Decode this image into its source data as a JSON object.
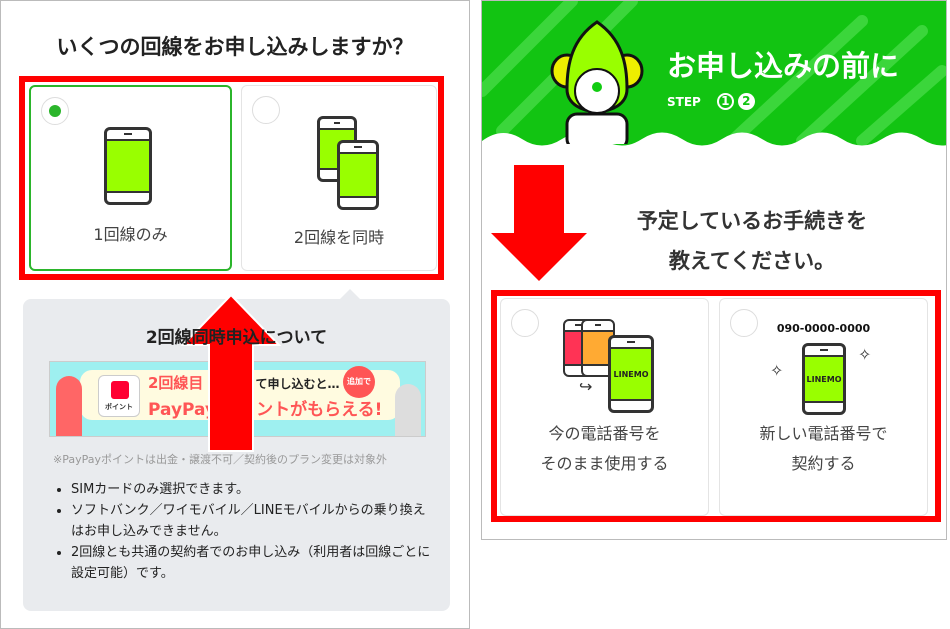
{
  "left": {
    "title": "いくつの回線をお申し込みしますか？",
    "options": [
      {
        "label": "1回線のみ",
        "selected": true
      },
      {
        "label": "2回線を同時",
        "selected": false
      }
    ],
    "info": {
      "title": "2回線同時申込について",
      "banner": {
        "logo": "ポイント",
        "line1": "2回線目",
        "line1b": "て申し込むと…",
        "badge": "追加で",
        "line2": "PayPay",
        "line2b": "ントがもらえる!"
      },
      "note": "※PayPayポイントは出金・譲渡不可／契約後のプラン変更は対象外",
      "bullets": [
        "SIMカードのみ選択できます。",
        "ソフトバンク／ワイモバイル／LINEモバイルからの乗り換えはお申し込みできません。",
        "2回線とも共通の契約者でのお申し込み（利用者は回線ごとに設定可能）です。"
      ]
    }
  },
  "right": {
    "header": {
      "title": "お申し込みの前に",
      "step_label": "STEP",
      "steps": [
        "1",
        "2"
      ]
    },
    "question": [
      "予定しているお手続きを",
      "教えてください。"
    ],
    "options": [
      {
        "lines": [
          "今の電話番号を",
          "そのまま使用する"
        ],
        "phone_label": "LINEMO"
      },
      {
        "lines": [
          "新しい電話番号で",
          "契約する"
        ],
        "phone_label": "LINEMO",
        "number": "090-0000-0000"
      }
    ]
  },
  "colors": {
    "accent": "#2bb52b",
    "header": "#12c412",
    "highlight": "#ff0000",
    "screen": "#99ff00"
  }
}
